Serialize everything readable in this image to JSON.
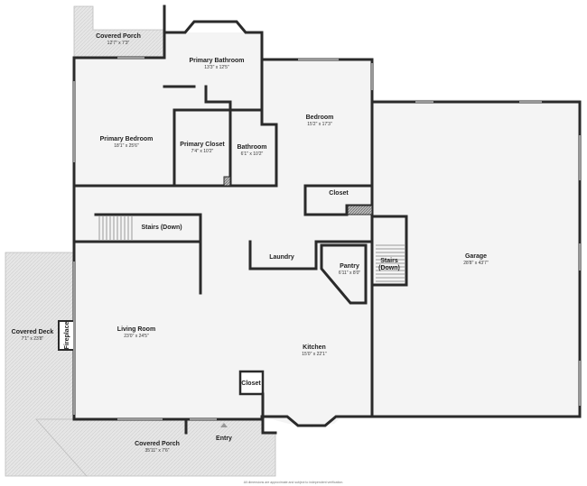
{
  "colors": {
    "floor": "#f4f4f4",
    "porch": "#e6e6e6",
    "wall": "#2a2a2a",
    "background": "#ffffff"
  },
  "rooms": {
    "covered_porch_top": {
      "name": "Covered Porch",
      "dim": "12'7\" x 7'3\""
    },
    "primary_bathroom": {
      "name": "Primary Bathroom",
      "dim": "13'3\" x 12'5\""
    },
    "primary_bedroom": {
      "name": "Primary Bedroom",
      "dim": "18'1\" x 25'6\""
    },
    "primary_closet": {
      "name": "Primary Closet",
      "dim": "7'4\" x 10'2\""
    },
    "bathroom": {
      "name": "Bathroom",
      "dim": "6'1\" x 10'2\""
    },
    "bedroom": {
      "name": "Bedroom",
      "dim": "15'2\" x 17'3\""
    },
    "closet_upper": {
      "name": "Closet"
    },
    "stairs_down_left": {
      "name": "Stairs (Down)"
    },
    "laundry": {
      "name": "Laundry"
    },
    "pantry": {
      "name": "Pantry",
      "dim": "6'11\" x 8'0\""
    },
    "stairs_down_right": {
      "name_line1": "Stairs",
      "name_line2": "(Down)"
    },
    "garage": {
      "name": "Garage",
      "dim": "28'8\" x 43'7\""
    },
    "covered_deck": {
      "name": "Covered Deck",
      "dim": "7'1\" x 23'8\""
    },
    "fireplace": {
      "name": "Fireplace"
    },
    "living_room": {
      "name": "Living Room",
      "dim": "23'0\" x 24'5\""
    },
    "kitchen": {
      "name": "Kitchen",
      "dim": "15'0\" x 22'1\""
    },
    "closet_lower": {
      "name": "Closet"
    },
    "covered_porch_bottom": {
      "name": "Covered Porch",
      "dim": "35'11\" x 7'6\""
    },
    "entry": {
      "name": "Entry"
    }
  },
  "disclaimer": "All dimensions are approximate and subject to independent verification."
}
